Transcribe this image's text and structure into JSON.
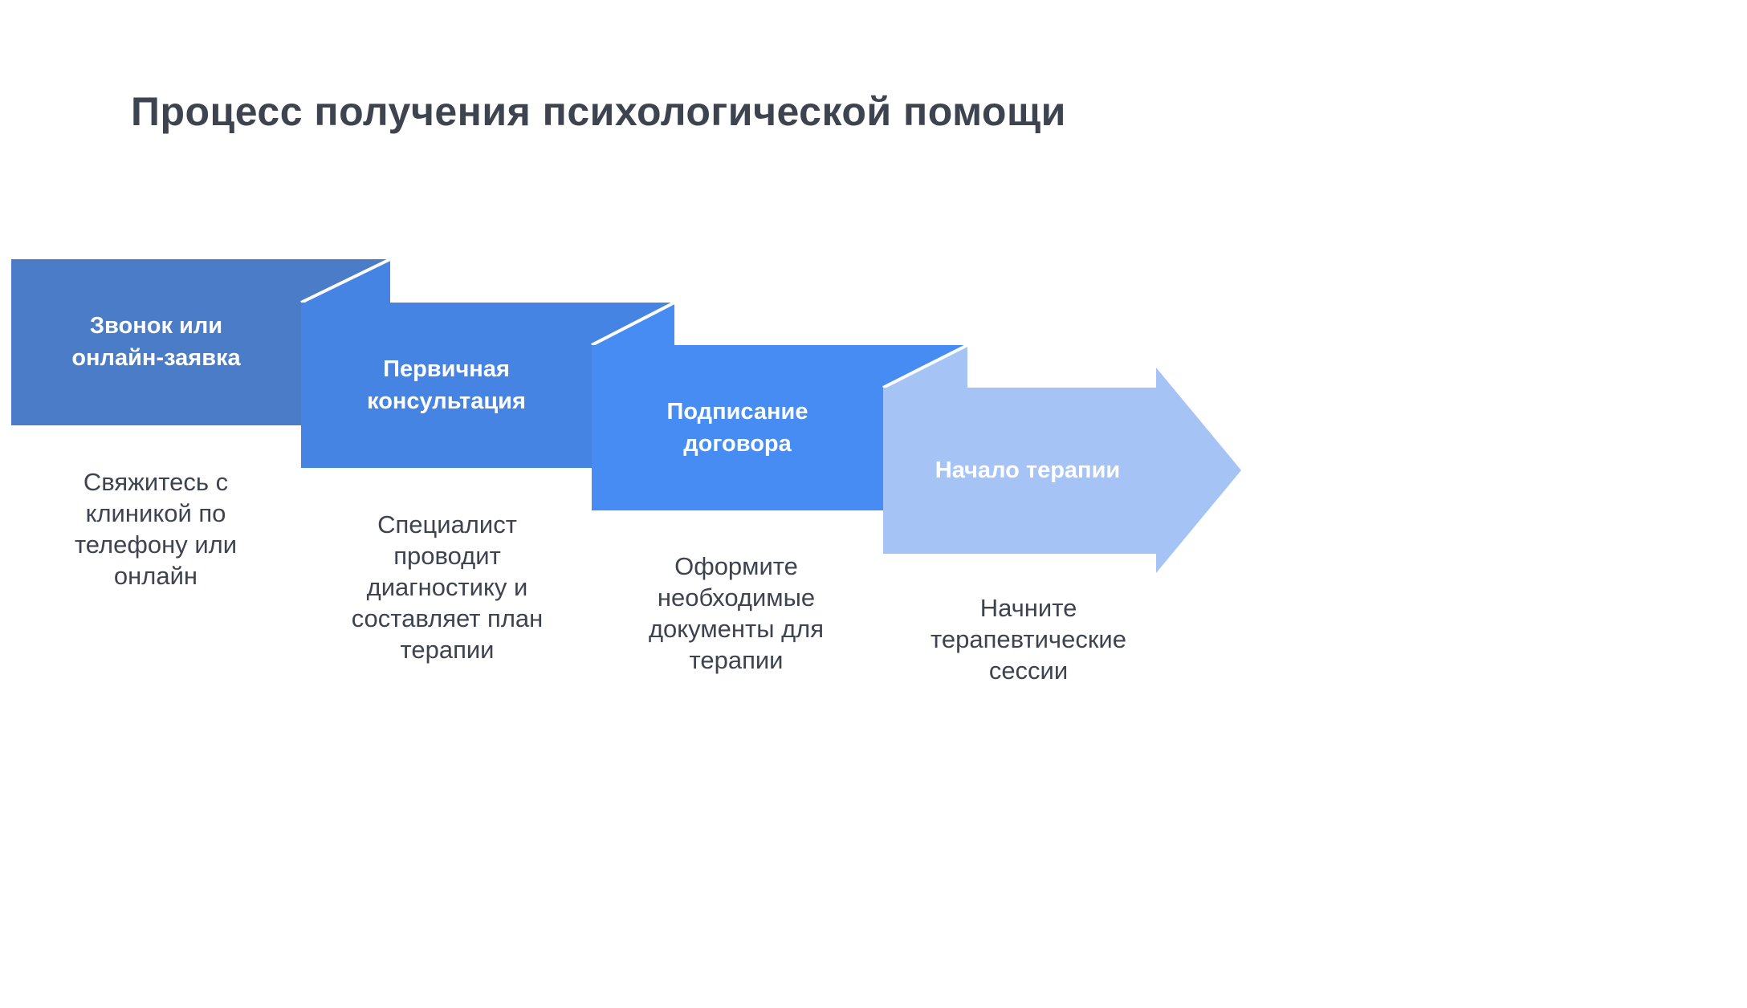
{
  "title": "Процесс получения психологической помощи",
  "colors": {
    "step1": "#4A7CC8",
    "step2": "#4684E4",
    "step3": "#478CF3",
    "step4": "#A5C4F5",
    "text": "#3D4450",
    "background": "#FFFFFF"
  },
  "steps": [
    {
      "label": "Звонок или\nонлайн-заявка",
      "description": "Свяжитесь с\nклиникой по\nтелефону или\nонлайн"
    },
    {
      "label": "Первичная\nконсультация",
      "description": "Специалист\nпроводит\nдиагностику и\nсоставляет план\nтерапии"
    },
    {
      "label": "Подписание\nдоговора",
      "description": "Оформите\nнеобходимые\nдокументы для\nтерапии"
    },
    {
      "label": "Начало терапии",
      "description": "Начните\nтерапевтические\nсессии"
    }
  ]
}
